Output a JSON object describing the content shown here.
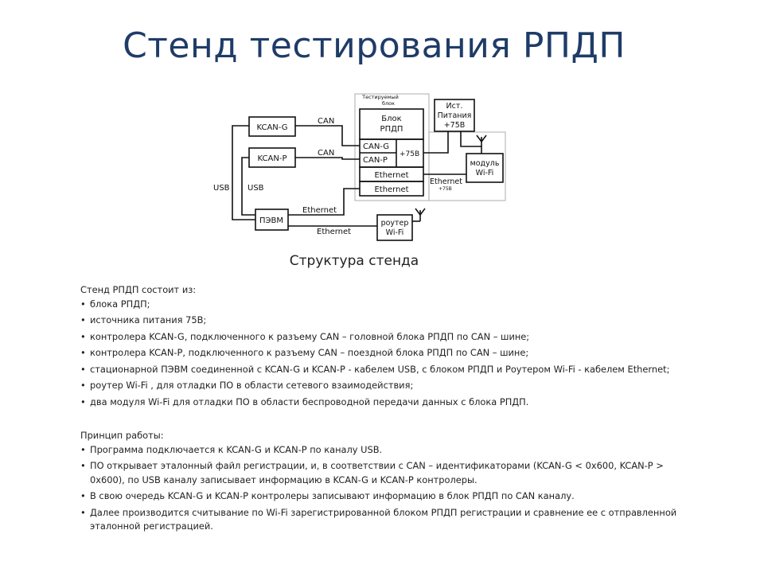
{
  "title": "Стенд тестирования РПДП",
  "diagram": {
    "test_block_label": "Тестируемый\nблок",
    "block_rpdp": "Блок\nРПДП",
    "can_g": "CAN-G",
    "can_p": "CAN-P",
    "plus75_inner": "+75В",
    "ethernet_1": "Ethernet",
    "ethernet_2": "Ethernet",
    "power_source": "Ист.\nПитания\n+75В",
    "module_wifi": "модуль\nWi-Fi",
    "ethernet_side": "Ethernet",
    "plus75_small": "+75В",
    "kcan_g": "KCAN-G",
    "kcan_p": "KCAN-P",
    "can_label_1": "CAN",
    "can_label_2": "CAN",
    "usb_1": "USB",
    "usb_2": "USB",
    "pevm": "ПЭВМ",
    "ethernet_pevm": "Ethernet",
    "ethernet_router": "Ethernet",
    "router_wifi": "роутер\nWi-Fi"
  },
  "caption": "Структура стенда",
  "composition": {
    "intro": "Стенд РПДП состоит из:",
    "items": [
      "блока РПДП;",
      "источника питания 75В;",
      "контролера KCAN-G,  подключенного к разъему CAN – головной блока РПДП по CAN – шине;",
      "контролера KCAN-P,  подключенного к разъему CAN – поездной блока РПДП по CAN – шине;",
      "стационарной ПЭВМ соединенной с KCAN-G и KCAN-P - кабелем USB, с блоком РПДП и Роутером Wi-Fi - кабелем Ethernet;",
      "роутер Wi-Fi , для отладки ПО в области сетевого взаимодействия;",
      "два модуля Wi-Fi для отладки ПО в области беспроводной передачи данных с блока РПДП."
    ]
  },
  "principle": {
    "intro": "Принцип работы:",
    "items": [
      "Программа подключается к KCAN-G и KCAN-P по каналу USB.",
      "ПО открывает эталонный файл регистрации, и, в соответствии с CAN – идентификаторами  (KCAN-G  < 0x600, KCAN-P > 0x600), по USB каналу записывает информацию в KCAN-G и KCAN-P контролеры.",
      "В свою очередь KCAN-G и KCAN-P контролеры записывают  информацию в блок РПДП по CAN каналу.",
      "Далее производится считывание по Wi-Fi зарегистрированной блоком РПДП регистрации и сравнение ее с отправленной эталонной регистрацией."
    ]
  }
}
